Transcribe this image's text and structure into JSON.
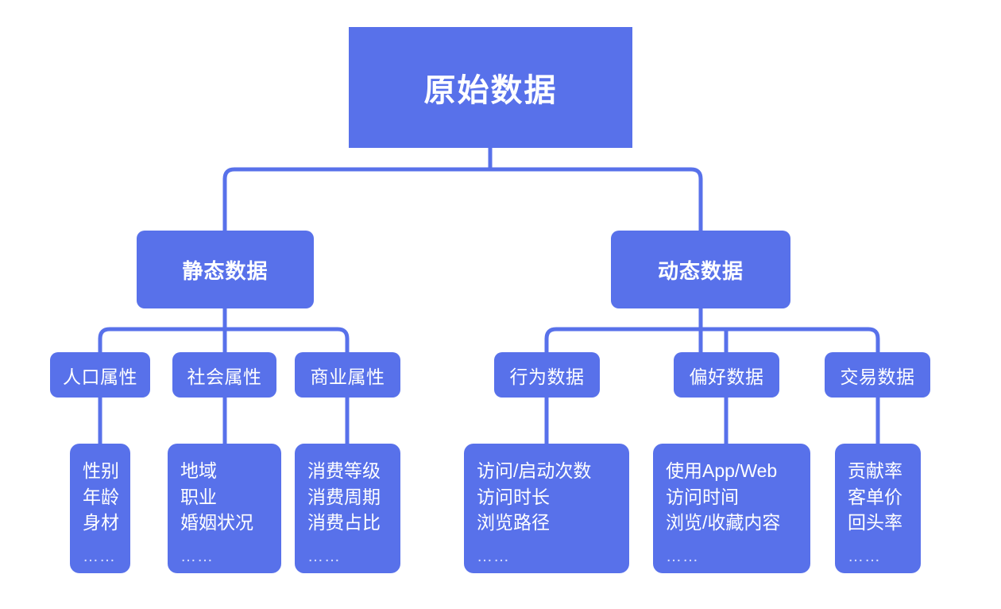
{
  "diagram": {
    "title": "原始数据",
    "accent_color": "#5871ea",
    "background_color": "#ffffff",
    "text_color": "#ffffff",
    "ellipsis_glyph": "……"
  },
  "root": {
    "label": "原始数据"
  },
  "branches": [
    {
      "key": "static",
      "label": "静态数据",
      "children": [
        {
          "key": "demographic",
          "label": "人口属性",
          "leaf": {
            "lines": [
              "性别",
              "年龄",
              "身材"
            ],
            "ellipsis": "……"
          }
        },
        {
          "key": "social",
          "label": "社会属性",
          "leaf": {
            "lines": [
              "地域",
              "职业",
              "婚姻状况"
            ],
            "ellipsis": "……"
          }
        },
        {
          "key": "commercial",
          "label": "商业属性",
          "leaf": {
            "lines": [
              "消费等级",
              "消费周期",
              "消费占比"
            ],
            "ellipsis": "……"
          }
        }
      ]
    },
    {
      "key": "dynamic",
      "label": "动态数据",
      "children": [
        {
          "key": "behavior",
          "label": "行为数据",
          "leaf": {
            "lines": [
              "访问/启动次数",
              "访问时长",
              "浏览路径"
            ],
            "ellipsis": "……"
          }
        },
        {
          "key": "preference",
          "label": "偏好数据",
          "leaf": {
            "lines": [
              "使用App/Web",
              "访问时间",
              "浏览/收藏内容"
            ],
            "ellipsis": "……"
          }
        },
        {
          "key": "transaction",
          "label": "交易数据",
          "leaf": {
            "lines": [
              "贡献率",
              "客单价",
              "回头率"
            ],
            "ellipsis": "……"
          }
        }
      ]
    }
  ]
}
